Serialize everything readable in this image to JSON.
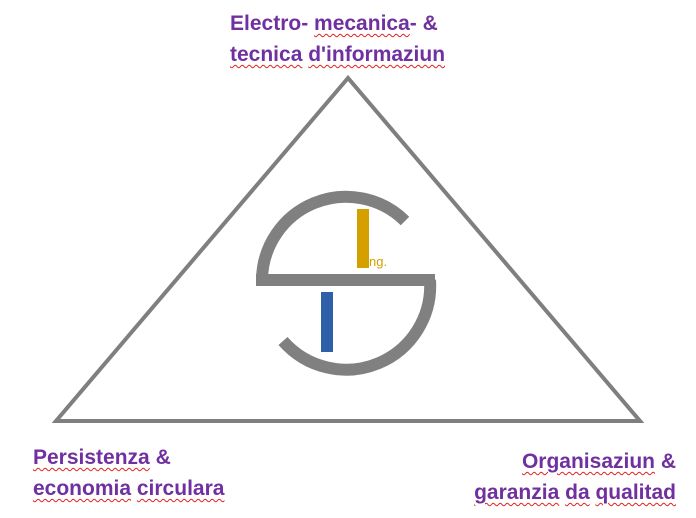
{
  "top_label": {
    "line1": [
      {
        "text": "Electro- ",
        "spell": false
      },
      {
        "text": "mecanica",
        "spell": true
      },
      {
        "text": "- &",
        "spell": false
      }
    ],
    "line2": [
      {
        "text": "tecnica",
        "spell": true
      },
      {
        "text": " ",
        "spell": false
      },
      {
        "text": "d'informaziun",
        "spell": true
      }
    ]
  },
  "left_label": {
    "line1": [
      {
        "text": "Persistenza",
        "spell": true
      },
      {
        "text": " &",
        "spell": false
      }
    ],
    "line2": [
      {
        "text": "economia",
        "spell": true
      },
      {
        "text": " ",
        "spell": false
      },
      {
        "text": "circulara",
        "spell": true
      }
    ]
  },
  "right_label": {
    "line1": [
      {
        "text": "Organisaziun",
        "spell": true
      },
      {
        "text": " &",
        "spell": false
      }
    ],
    "line2": [
      {
        "text": "garanzia",
        "spell": true
      },
      {
        "text": " ",
        "spell": false
      },
      {
        "text": "da",
        "spell": true
      },
      {
        "text": " ",
        "spell": false
      },
      {
        "text": "qualitad",
        "spell": true
      }
    ]
  },
  "logo": {
    "suffix": "ng.",
    "colors": {
      "ring": "#808080",
      "gold": "#d4a000",
      "blue": "#2e5fa8"
    }
  },
  "colors": {
    "label": "#7030a0",
    "triangle": "#7f7f7f"
  }
}
